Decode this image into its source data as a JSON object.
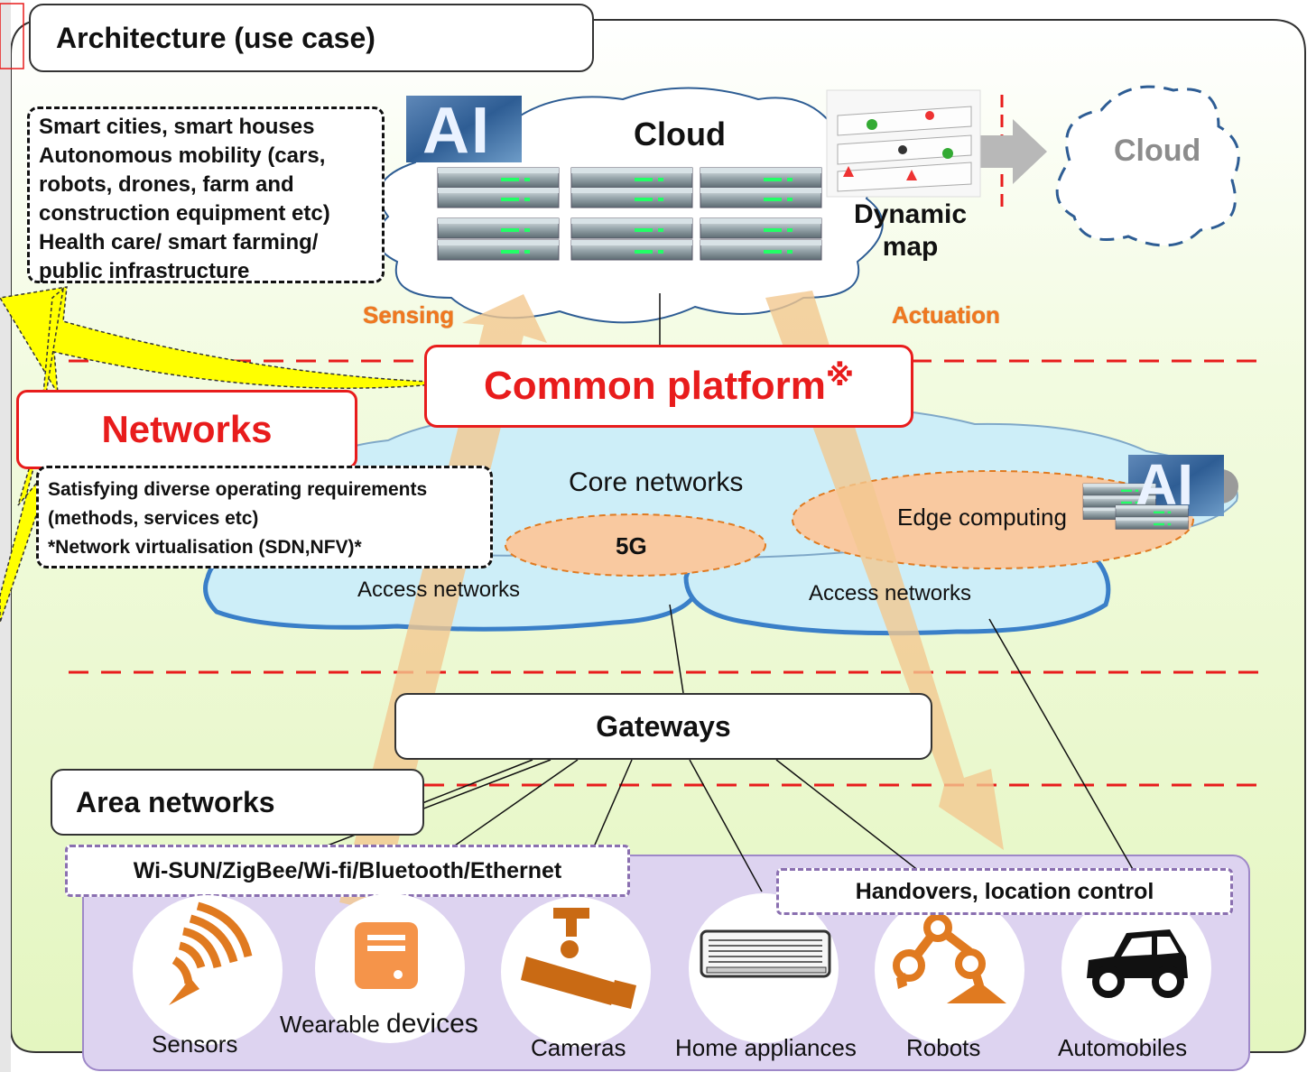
{
  "colors": {
    "background_panel": "#e8f8c8",
    "cloud_blue": "#cdeef8",
    "cloud_blue_border": "#3a7fc8",
    "orange_ellipse": "#f9c9a0",
    "device_area": "#ddd3f0",
    "red": "#e81c1c",
    "orange_text": "#f07820",
    "yellow_arrow": "#ffff00",
    "device_icon": "#e07a20"
  },
  "header": {
    "title": "Architecture (use case)"
  },
  "use_cases": {
    "lines": [
      "Smart cities, smart houses",
      "Autonomous mobility (cars,",
      "robots, drones, farm and",
      "construction equipment etc)",
      "Health care/ smart farming/",
      "public infrastructure"
    ]
  },
  "cloud": {
    "label": "Cloud",
    "ai_label": "AI"
  },
  "dynamic_map": {
    "label_line1": "Dynamic",
    "label_line2": "map"
  },
  "remote_cloud": {
    "label": "Cloud"
  },
  "flows": {
    "sensing": "Sensing",
    "actuation": "Actuation"
  },
  "common_platform": {
    "label": "Common platform",
    "mark": "※"
  },
  "networks": {
    "label": "Networks",
    "notes": [
      "Satisfying diverse operating requirements",
      "(methods, services etc)",
      "*Network virtualisation (SDN,NFV)*"
    ],
    "core": "Core networks",
    "five_g": "5G",
    "edge": "Edge computing",
    "edge_ai_label": "AI",
    "access_left": "Access networks",
    "access_right": "Access networks"
  },
  "gateways": {
    "label": "Gateways"
  },
  "area_networks": {
    "label": "Area networks",
    "protocols": "Wi-SUN/ZigBee/Wi-fi/Bluetooth/Ethernet",
    "handovers": "Handovers, location control"
  },
  "devices": [
    {
      "label": "Sensors",
      "icon": "signal-icon"
    },
    {
      "label_a": "Wearable ",
      "label_b": "devices",
      "icon": "wearable-icon"
    },
    {
      "label": "Cameras",
      "icon": "camera-icon"
    },
    {
      "label": "Home appliances",
      "icon": "air-conditioner-icon"
    },
    {
      "label": "Robots",
      "icon": "robot-arm-icon"
    },
    {
      "label": "Automobiles",
      "icon": "car-icon"
    }
  ]
}
